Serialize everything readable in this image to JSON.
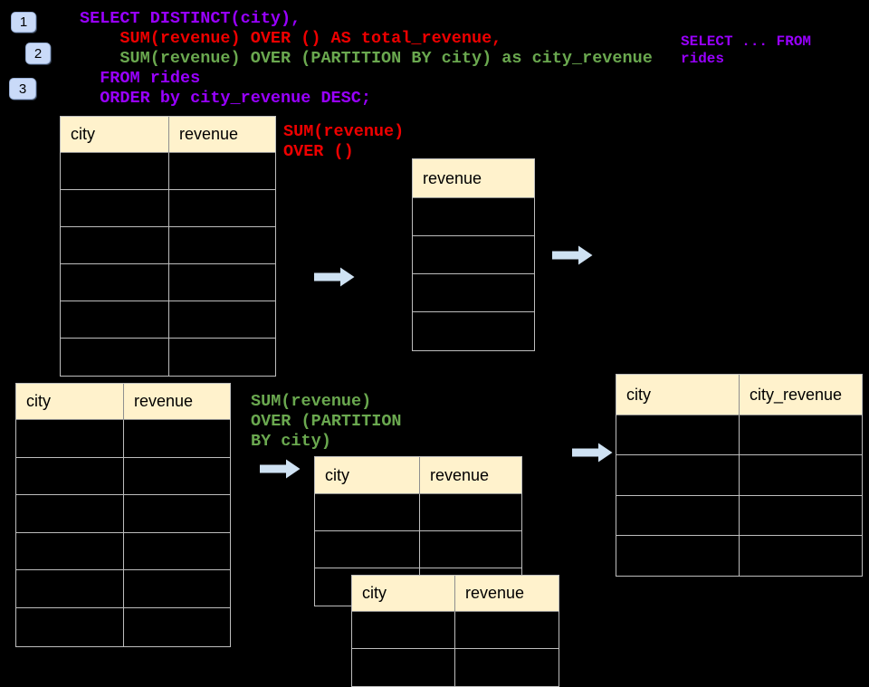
{
  "palette": {
    "background": "#000000",
    "code_purple": "#9900ff",
    "code_red": "#ee0000",
    "code_green": "#6aa84f",
    "table_header_fill": "#fff2cc",
    "table_border": "#bdbdbd",
    "arrow_fill": "#cfe2f3",
    "badge_fill": "#c9daf8",
    "text_black": "#000000"
  },
  "badges": [
    {
      "label": "1"
    },
    {
      "label": "2"
    },
    {
      "label": "3"
    }
  ],
  "code": {
    "lines": [
      {
        "text": "SELECT DISTINCT(city),",
        "color": "purple"
      },
      {
        "text": "    SUM(revenue) OVER () AS total_revenue,",
        "color": "red"
      },
      {
        "text": "    SUM(revenue) OVER (PARTITION BY city) as city_revenue",
        "color": "green"
      },
      {
        "text": "  FROM rides",
        "color": "purple"
      },
      {
        "text": "  ORDER by city_revenue DESC;",
        "color": "purple"
      }
    ]
  },
  "side_code": {
    "lines": [
      {
        "text": "SELECT ... FROM",
        "color": "purple"
      },
      {
        "text": "rides",
        "color": "purple"
      }
    ]
  },
  "labels": {
    "total_revenue": {
      "lines": [
        {
          "text": "SUM(revenue)",
          "color": "red"
        },
        {
          "text": "OVER ()",
          "color": "red"
        }
      ]
    },
    "city_revenue": {
      "lines": [
        {
          "text": "SUM(revenue)",
          "color": "green"
        },
        {
          "text": "OVER (PARTITION",
          "color": "green"
        },
        {
          "text": "BY city)",
          "color": "green"
        }
      ]
    }
  },
  "tables": {
    "source_top": {
      "columns": [
        "city",
        "revenue"
      ],
      "body_rows": 6
    },
    "total": {
      "columns": [
        "revenue"
      ],
      "body_rows": 4
    },
    "source_bottom": {
      "columns": [
        "city",
        "revenue"
      ],
      "body_rows": 6
    },
    "partition_step1": {
      "columns": [
        "city",
        "revenue"
      ],
      "body_rows": 3
    },
    "partition_step2": {
      "columns": [
        "city",
        "revenue"
      ],
      "body_rows": 2
    },
    "result": {
      "columns": [
        "city",
        "city_revenue"
      ],
      "body_rows": 4
    }
  },
  "arrows": [
    {
      "name": "arrow-to-total"
    },
    {
      "name": "arrow-from-total"
    },
    {
      "name": "arrow-to-partition"
    },
    {
      "name": "arrow-to-result"
    }
  ]
}
